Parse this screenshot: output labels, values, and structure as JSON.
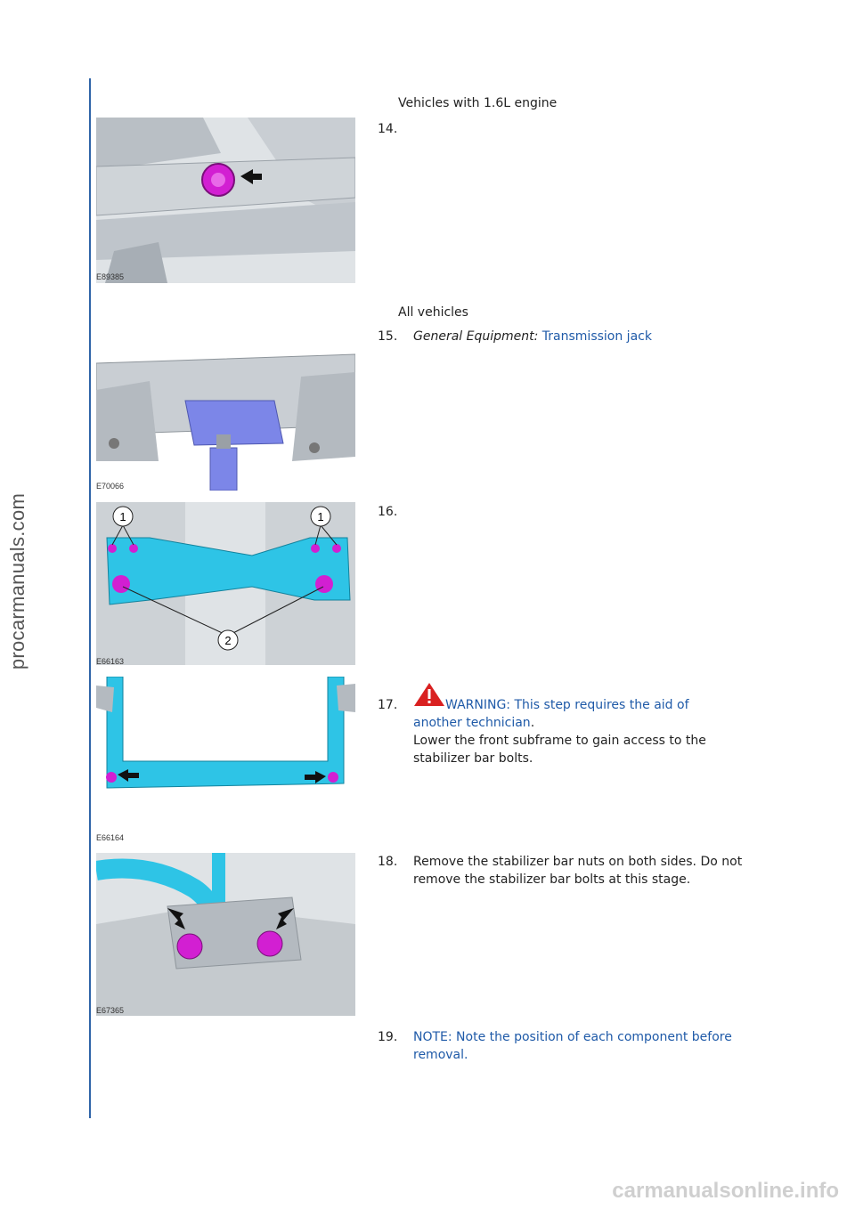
{
  "watermark_side": "procarmanuals.com",
  "watermark_footer": "carmanualsonline.info",
  "sections": {
    "s1": "Vehicles with 1.6L engine",
    "s2": "All vehicles"
  },
  "figures": {
    "f14": "E89385",
    "f15": "E70066",
    "f16": "E66163",
    "f17": "E66164",
    "f18": "E67365"
  },
  "callouts": {
    "c1a": "1",
    "c1b": "1",
    "c2": "2"
  },
  "steps": {
    "s14": {
      "num": "14."
    },
    "s15": {
      "num": "15.",
      "label": "General Equipment:",
      "link": "Transmission jack"
    },
    "s16": {
      "num": "16."
    },
    "s17": {
      "num": "17.",
      "warn1": "WARNING: This step requires the aid of",
      "warn2": "another technician",
      "warn_end": ".",
      "line1": "Lower the front subframe to gain access to the",
      "line2": "stabilizer bar bolts."
    },
    "s18": {
      "num": "18.",
      "line1": "Remove the stabilizer bar nuts on both sides. Do not",
      "line2": "remove the stabilizer bar bolts at this stage."
    },
    "s19": {
      "num": "19.",
      "line1": "NOTE: Note the position of each component before",
      "line2": "removal."
    }
  },
  "colors": {
    "accent": "#1f5aa8",
    "highlight_magenta": "#d21fd2",
    "highlight_cyan": "#2ec4e6",
    "warning_red": "#d92020"
  }
}
